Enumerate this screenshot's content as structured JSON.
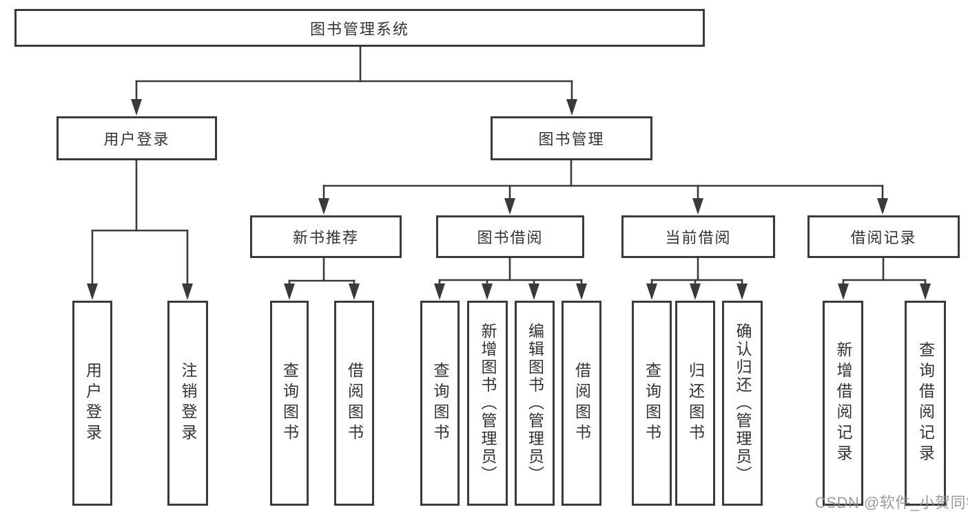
{
  "tree": {
    "root": {
      "label": "图书管理系统",
      "children": [
        {
          "label": "用户登录",
          "children": [
            {
              "label": "用户登录"
            },
            {
              "label": "注销登录"
            }
          ]
        },
        {
          "label": "图书管理",
          "children": [
            {
              "label": "新书推荐",
              "children": [
                {
                  "label": "查询图书"
                },
                {
                  "label": "借阅图书"
                }
              ]
            },
            {
              "label": "图书借阅",
              "children": [
                {
                  "label": "查询图书"
                },
                {
                  "label": "新增图书（管理员）"
                },
                {
                  "label": "编辑图书（管理员）"
                },
                {
                  "label": "借阅图书"
                }
              ]
            },
            {
              "label": "当前借阅",
              "children": [
                {
                  "label": "查询图书"
                },
                {
                  "label": "归还图书"
                },
                {
                  "label": "确认归还（管理员）"
                }
              ]
            },
            {
              "label": "借阅记录",
              "children": [
                {
                  "label": "新增借阅记录"
                },
                {
                  "label": "查询借阅记录"
                }
              ]
            }
          ]
        }
      ]
    }
  },
  "watermark": {
    "label": "CSDN @软件_小贺同学"
  },
  "colors": {
    "line": "#3a3a3a",
    "text": "#333333",
    "box_background": "#ffffff",
    "watermark": "#8a8a8a"
  }
}
